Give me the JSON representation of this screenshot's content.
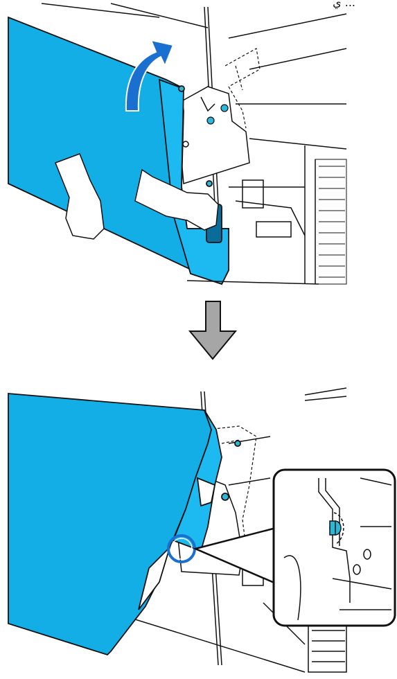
{
  "header": {
    "text": "... ي"
  },
  "colors": {
    "cover": "#13aee6",
    "cover_dark": "#0a7fb0",
    "lever_arrow": "#1a70d0",
    "arrow_grey": "#a6a6a6",
    "highlight_ring": "#1a70d0",
    "pin": "#2ab8d8",
    "line": "#111111"
  },
  "panels": [
    {
      "id": "step-1",
      "description_icon": "open-cover-lift-icon"
    },
    {
      "id": "step-2",
      "description_icon": "cover-attached-icon"
    }
  ],
  "icons": [
    "curved-up-arrow-icon",
    "down-arrow-icon",
    "zoom-callout-icon",
    "highlight-circle-icon"
  ]
}
